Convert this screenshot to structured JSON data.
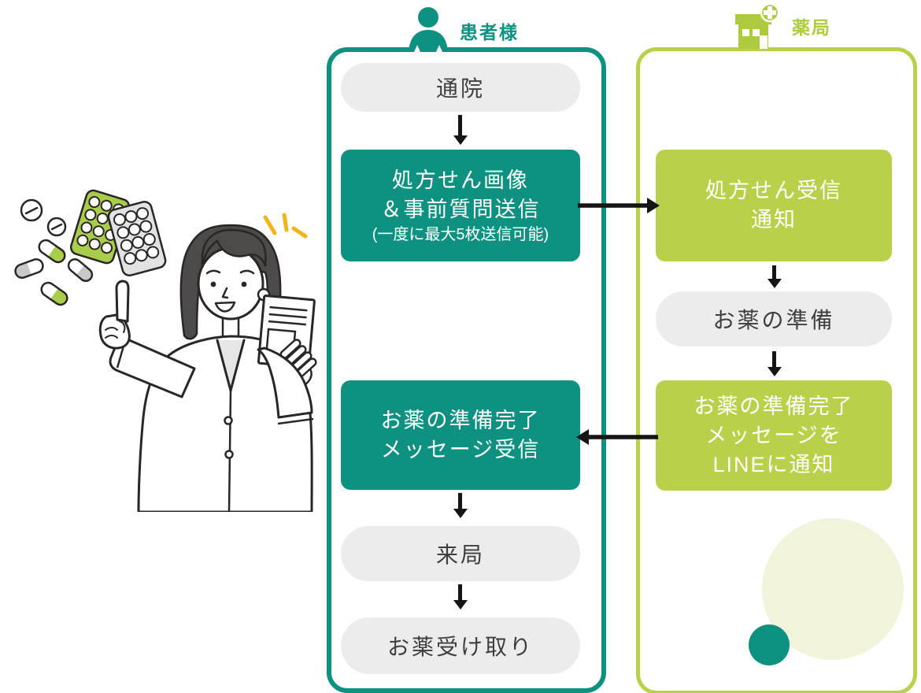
{
  "patient_lane": {
    "label": "患者様",
    "icon": "person-icon",
    "step_visit": "通院",
    "step_send_line1": "処方せん画像",
    "step_send_line2": "＆事前質問送信",
    "step_send_line3": "(一度に最大5枚送信可能)",
    "step_ready_line1": "お薬の準備完了",
    "step_ready_line2": "メッセージ受信",
    "step_come": "来局",
    "step_pickup": "お薬受け取り"
  },
  "pharmacy_lane": {
    "label": "薬局",
    "icon": "pharmacy-building-icon",
    "step_receive_line1": "処方せん受信",
    "step_receive_line2": "通知",
    "step_prepare": "お薬の準備",
    "step_notify_line1": "お薬の準備完了",
    "step_notify_line2": "メッセージを",
    "step_notify_line3": "LINEに通知"
  },
  "colors": {
    "teal": "#0E9180",
    "green": "#B9D04B",
    "pill_gray": "#ECECEC",
    "pale_circle": "#F1F4DA",
    "arrow_black": "#151515",
    "sparkle_yellow": "#F3B41B",
    "hair_gray": "#4E4A4A",
    "illustration_green": "#A9CC4B",
    "illustration_gray": "#C9C9C9"
  }
}
